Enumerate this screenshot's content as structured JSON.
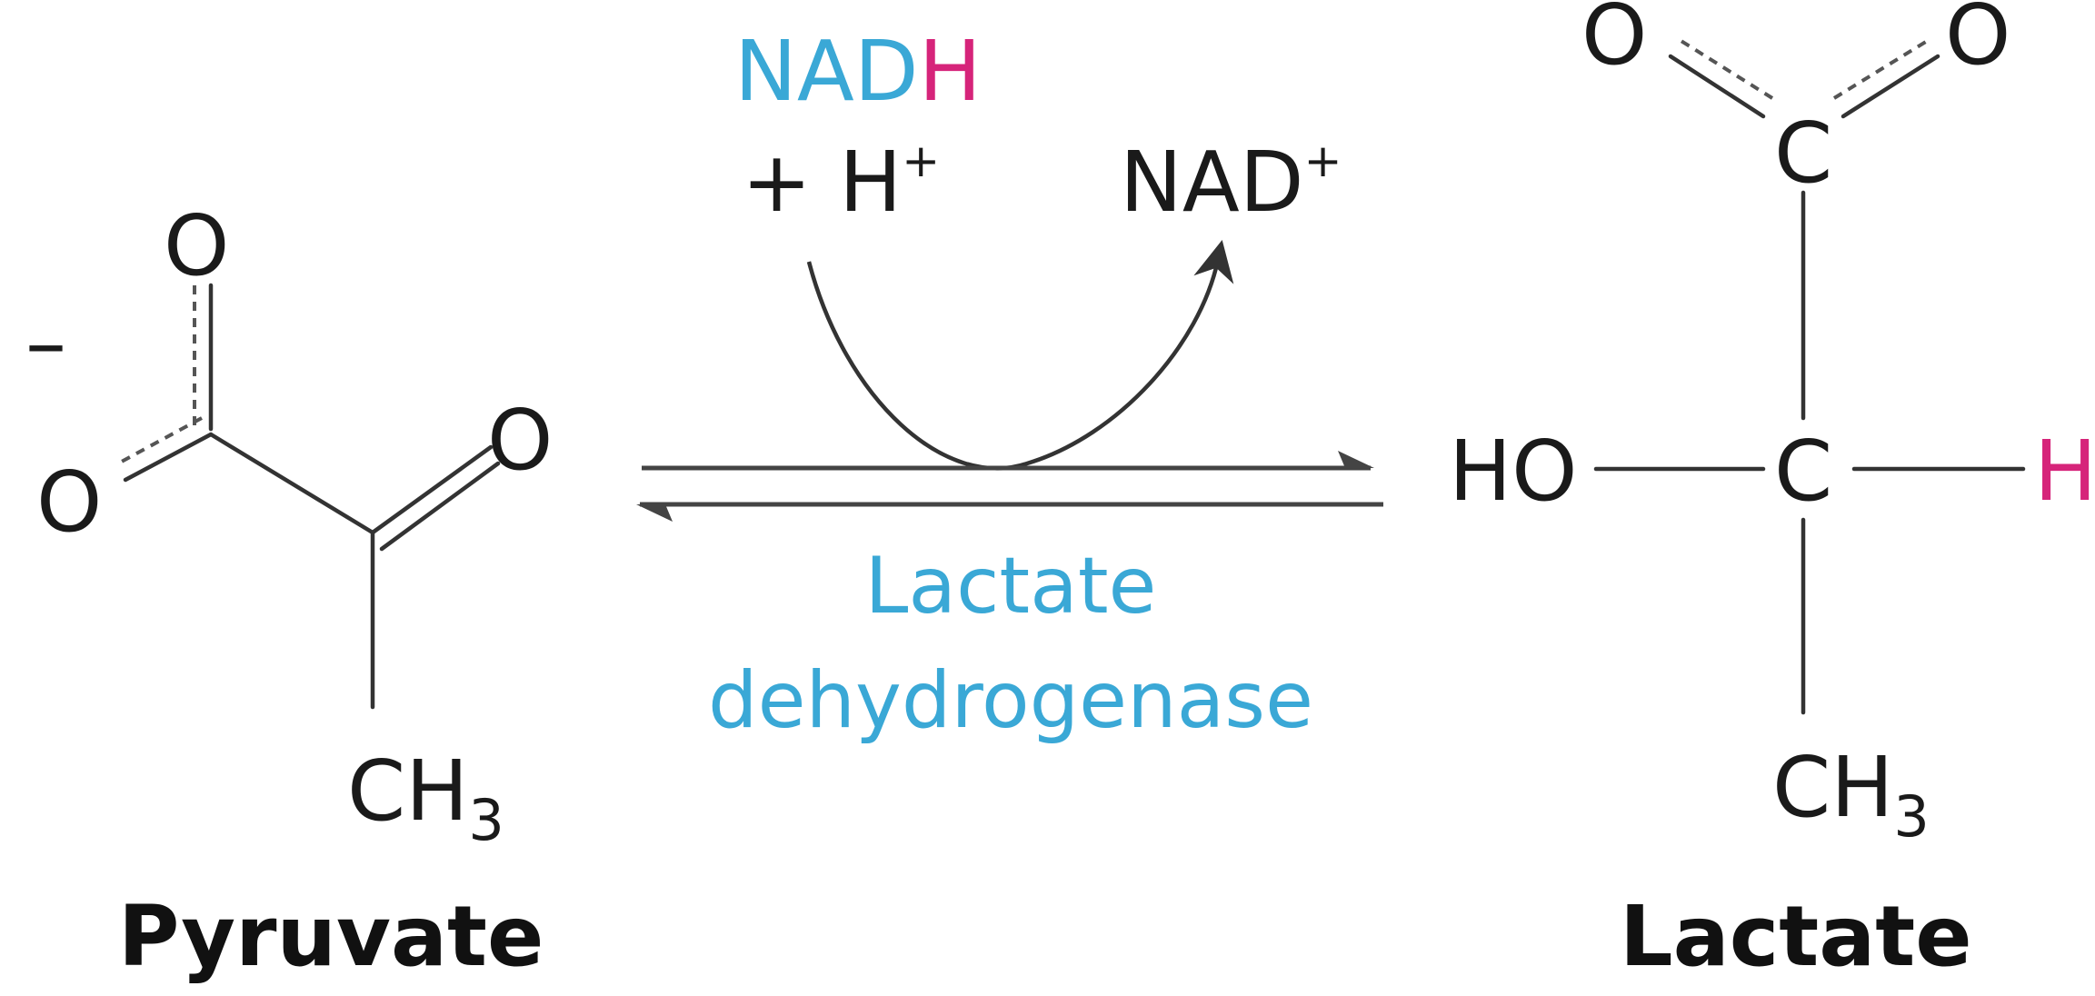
{
  "colors": {
    "cofactor": "#3aa8d6",
    "highlight_h": "#d6247a",
    "text": "#1a1a1a"
  },
  "reactant": {
    "name": "Pyruvate",
    "charge": "–",
    "atoms": {
      "o_top": "O",
      "o_left": "O",
      "o_keto": "O",
      "ch3_c": "CH",
      "ch3_sub": "3"
    }
  },
  "product": {
    "name": "Lactate",
    "atoms": {
      "o_top_left": "O",
      "o_top_right": "O",
      "c_carboxyl": "C",
      "ho": "HO",
      "c_alpha": "C",
      "h": "H",
      "ch3_c": "CH",
      "ch3_sub": "3"
    }
  },
  "cofactors": {
    "nadh_nad": "NAD",
    "nadh_h": "H",
    "proton_plus": "+",
    "proton_h": "H",
    "proton_sup": "+",
    "nad_plus": "NAD",
    "nad_plus_sup": "+"
  },
  "enzyme": {
    "line1": "Lactate",
    "line2": "dehydrogenase"
  }
}
